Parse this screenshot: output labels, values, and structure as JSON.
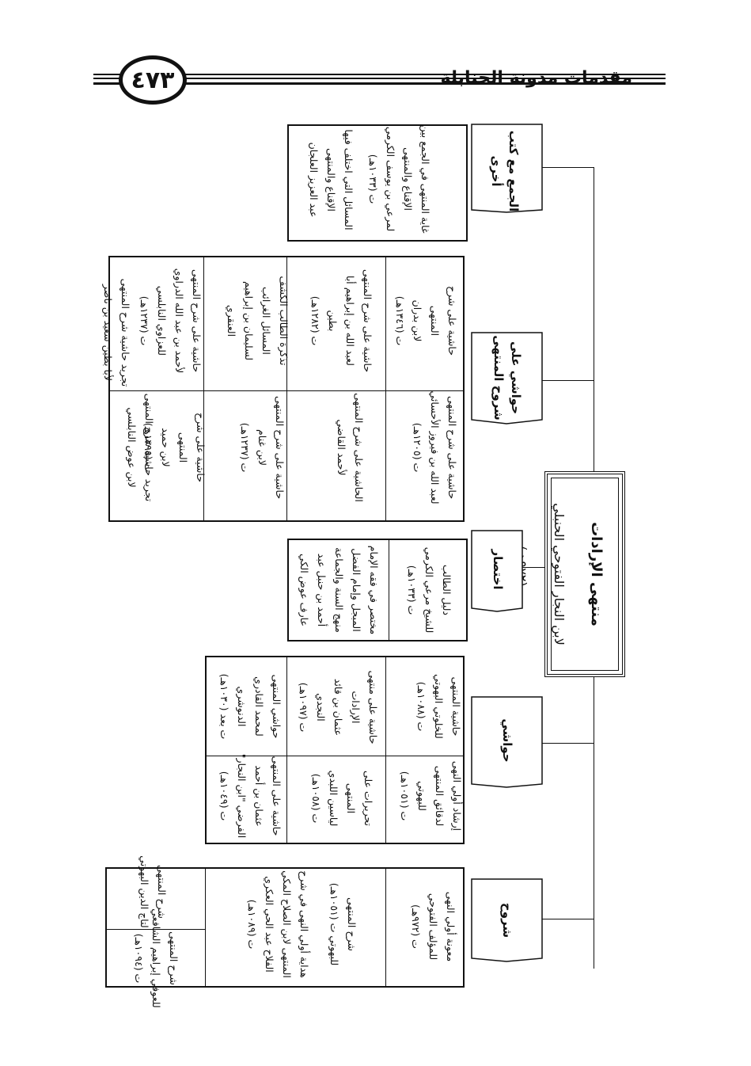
{
  "header": {
    "title": "مقدمات مدونة الحنابلة",
    "page_number": "٤٧٣"
  },
  "main": {
    "title": "منتهى الإرادات",
    "author": "لابن النجار الفتوحي الحنبلي",
    "date": "ت (٩٧٢هـ)"
  },
  "categories": {
    "shuruh": "شروح",
    "hawashi": "حواشي",
    "ikhtisar": "اختصار",
    "hawashi_shuruh": "حواشي على شروح المنتهى",
    "jam": "الجمع مع كتب أخرى"
  },
  "shuruh": {
    "c1": "معونة أولي النهى\nللمؤلف الفتوحي\nت (٩٧٢هـ)",
    "c2": "شرح المنتهى\nللبهوتي ت (١٠٥١هـ)",
    "c3": "هداية أولي النهى في شرح\nالمنتهى لابن الصلاح المكي\nالفلاح عبد الحي العكري\nت (١٠٨٩هـ)",
    "c4": "شرح المنتهى\nللعوفي إبراهيم الشافعي\nت (١٠٩٤هـ)",
    "c5": "شرح المنتهى\nلتاج الدين البهوتي"
  },
  "hawashi": {
    "c1": "إرشاد أولي النهى\nلدقائق المنتهى\nللبهوتي\nت (١٠٥١هـ)",
    "c2": "حاشية المنتهى\nللخلوتي البهوتي\nت (١٠٨٨هـ)",
    "c3": "تحريرات على المنتهى\nلياسين اللبدي\nت (١٠٥٨هـ)",
    "c4": "حاشية على منتهى\nالإرادات\nعثمان بن قائد\nالنجدي\nت (١٠٩٧هـ)",
    "c5": "حاشية على المنتهى\nعثمان بن أحمد\nالفرضي \"ابن النجار\"\nت (١٠٤٩هـ)",
    "c6": "حواشي المنتهى\nلمحمد القادري\nالدنوشري\nت بعد (١٠٣٠هـ)"
  },
  "ikhtisar": {
    "c1": "دليل الطالب\nللشيخ مرعي الكرمي\nت (١٠٣٣هـ)",
    "c2": "مختصر في فقه الإمام\nالمبجل وإمام الفضل\nمنهج السنة والجماعة\nأحمد بن حنبل عبد\nعارف عوض الكي"
  },
  "hawashi_shuruh": {
    "c1": "حاشية على شرح المنتهى\nلابن بدران\nت (١٣٤٦هـ)",
    "c2": "حاشية على شرح المنتهى\nلعبد الله بن إبراهيم أبا بطين\nت (١٢٨٢هـ)",
    "c3": "تذكرة الطالب الكشف\nالمسائل الغرائب\nلسليمان بن إبراهيم العنقري",
    "c4": "حاشية على شرح المنتهى\nلأحمد بن عبد الله الدراوي\nللعزاوي النابلسي\nت (١٢٣٧هـ)",
    "c5": "حاشية على شرح المنتهى\nلعبد الله بن فيروز الأحسائي\nت (١٢٠٥هـ)",
    "c6": "الحاشية على شرح المنتهى\nلأحمد القاضي",
    "c7": "حاشية على شرح المنتهى\nلابن غنام\nت (١٢٣٧هـ)",
    "c8": "حاشية على شرح المنتهى\nلابن حميد\nت (١٢٩٥هـ)",
    "c9": "تجريد حاشية شرح المنتهى\nلابن عوض النابلسي",
    "c10": "تجريد حاشية شرح المنتهى\nلأبا بطين سعيد بن ناصر"
  },
  "jam": {
    "c1": "غاية المنتهى في الجمع بين\nالإقناع والمنتهى\nلمرعي بن يوسف الكرمي\nت (١٠٣٣هـ)",
    "c2": "المسائل التي اختلف فيها\nالإقناع والمنتهى\nعبد العزيز العلجان"
  }
}
